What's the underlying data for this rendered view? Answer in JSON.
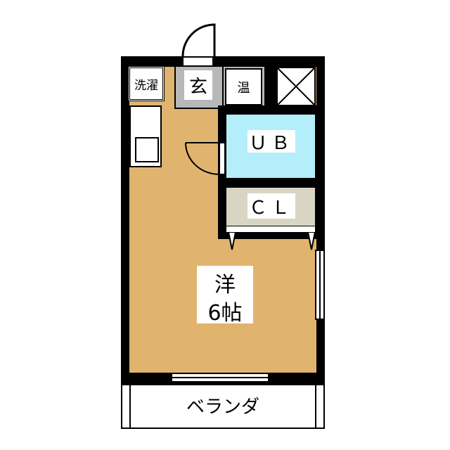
{
  "rooms": {
    "western": {
      "label": "洋",
      "size": "6帖"
    },
    "entrance": "玄",
    "water_heater": "温",
    "washer": "洗濯",
    "unit_bath": "ＵＢ",
    "closet": "ＣＬ",
    "balcony": "ベランダ"
  },
  "colors": {
    "floor": "#e0b46e",
    "bath": "#b4eefa",
    "closet": "#d9d5c5",
    "entrance": "#b8b8b8",
    "wall": "#000000"
  }
}
